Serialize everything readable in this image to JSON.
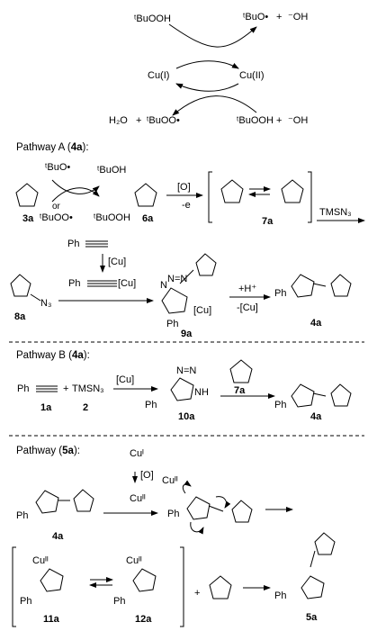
{
  "cycle": {
    "tbuooh_top": "ᵗBuOOH",
    "tbuo_radical_top": "ᵗBuO•",
    "plus_top": "+",
    "hydroxide_top": "⁻OH",
    "cu1": "Cu(I)",
    "cu2": "Cu(II)",
    "h2o": "H₂O",
    "plus_bl": "+",
    "tbuoo_radical": "ᵗBuOO•",
    "tbuooh_bottom": "ᵗBuOOH",
    "plus_br": "+",
    "hydroxide_bottom": "⁻OH"
  },
  "pathway_a": {
    "title": "Pathway A (",
    "title_ref": "4a",
    "title_end": "):",
    "tbuo": "ᵗBuO•",
    "or": "or",
    "tbuoo": "ᵗBuOO•",
    "tbuoh": "ᵗBuOH",
    "tbuooh": "ᵗBuOOH",
    "label_3a": "3a",
    "label_6a": "6a",
    "ox_label": "[O]",
    "minus_e": "-e",
    "label_7a": "7a",
    "tmsn3": "TMSN₃",
    "ph_alkyne": "Ph",
    "cu_cat": "[Cu]",
    "ph_cu_acetylide": "Ph",
    "cu_acetylide_tag": "[Cu]",
    "n3": "N₃",
    "label_8a": "8a",
    "triazole_n": "N",
    "triazole_nn": "N=N",
    "cu_sub": "[Cu]",
    "ph_9a": "Ph",
    "label_9a": "9a",
    "h_plus": "+H⁺",
    "minus_cu": "-[Cu]",
    "ph_4a": "Ph",
    "label_4a": "4a"
  },
  "pathway_b": {
    "title": "Pathway B (",
    "title_ref": "4a",
    "title_end": "):",
    "ph": "Ph",
    "plus": "+",
    "tmsn3": "TMSN₃",
    "label_1a": "1a",
    "label_2": "2",
    "cu_cat": "[Cu]",
    "ph_10a": "Ph",
    "nh": "NH",
    "nn": "N=N",
    "label_10a": "10a",
    "label_7a": "7a",
    "ph_4a": "Ph",
    "label_4a": "4a"
  },
  "pathway_5a": {
    "title": "Pathway (",
    "title_ref": "5a",
    "title_end": "):",
    "cu_i": "Cuᴵ",
    "ox_label": "[O]",
    "cu_ii": "Cuᴵᴵ",
    "ph_4a": "Ph",
    "label_4a": "4a",
    "cu_ii_complex": "Cuᴵᴵ",
    "ph_complex": "Ph",
    "cu_ii_11a": "Cuᴵᴵ",
    "ph_11a": "Ph",
    "label_11a": "11a",
    "cu_ii_12a": "Cuᴵᴵ",
    "ph_12a": "Ph",
    "label_12a": "12a",
    "plus": "+",
    "ph_5a": "Ph",
    "label_5a": "5a"
  }
}
